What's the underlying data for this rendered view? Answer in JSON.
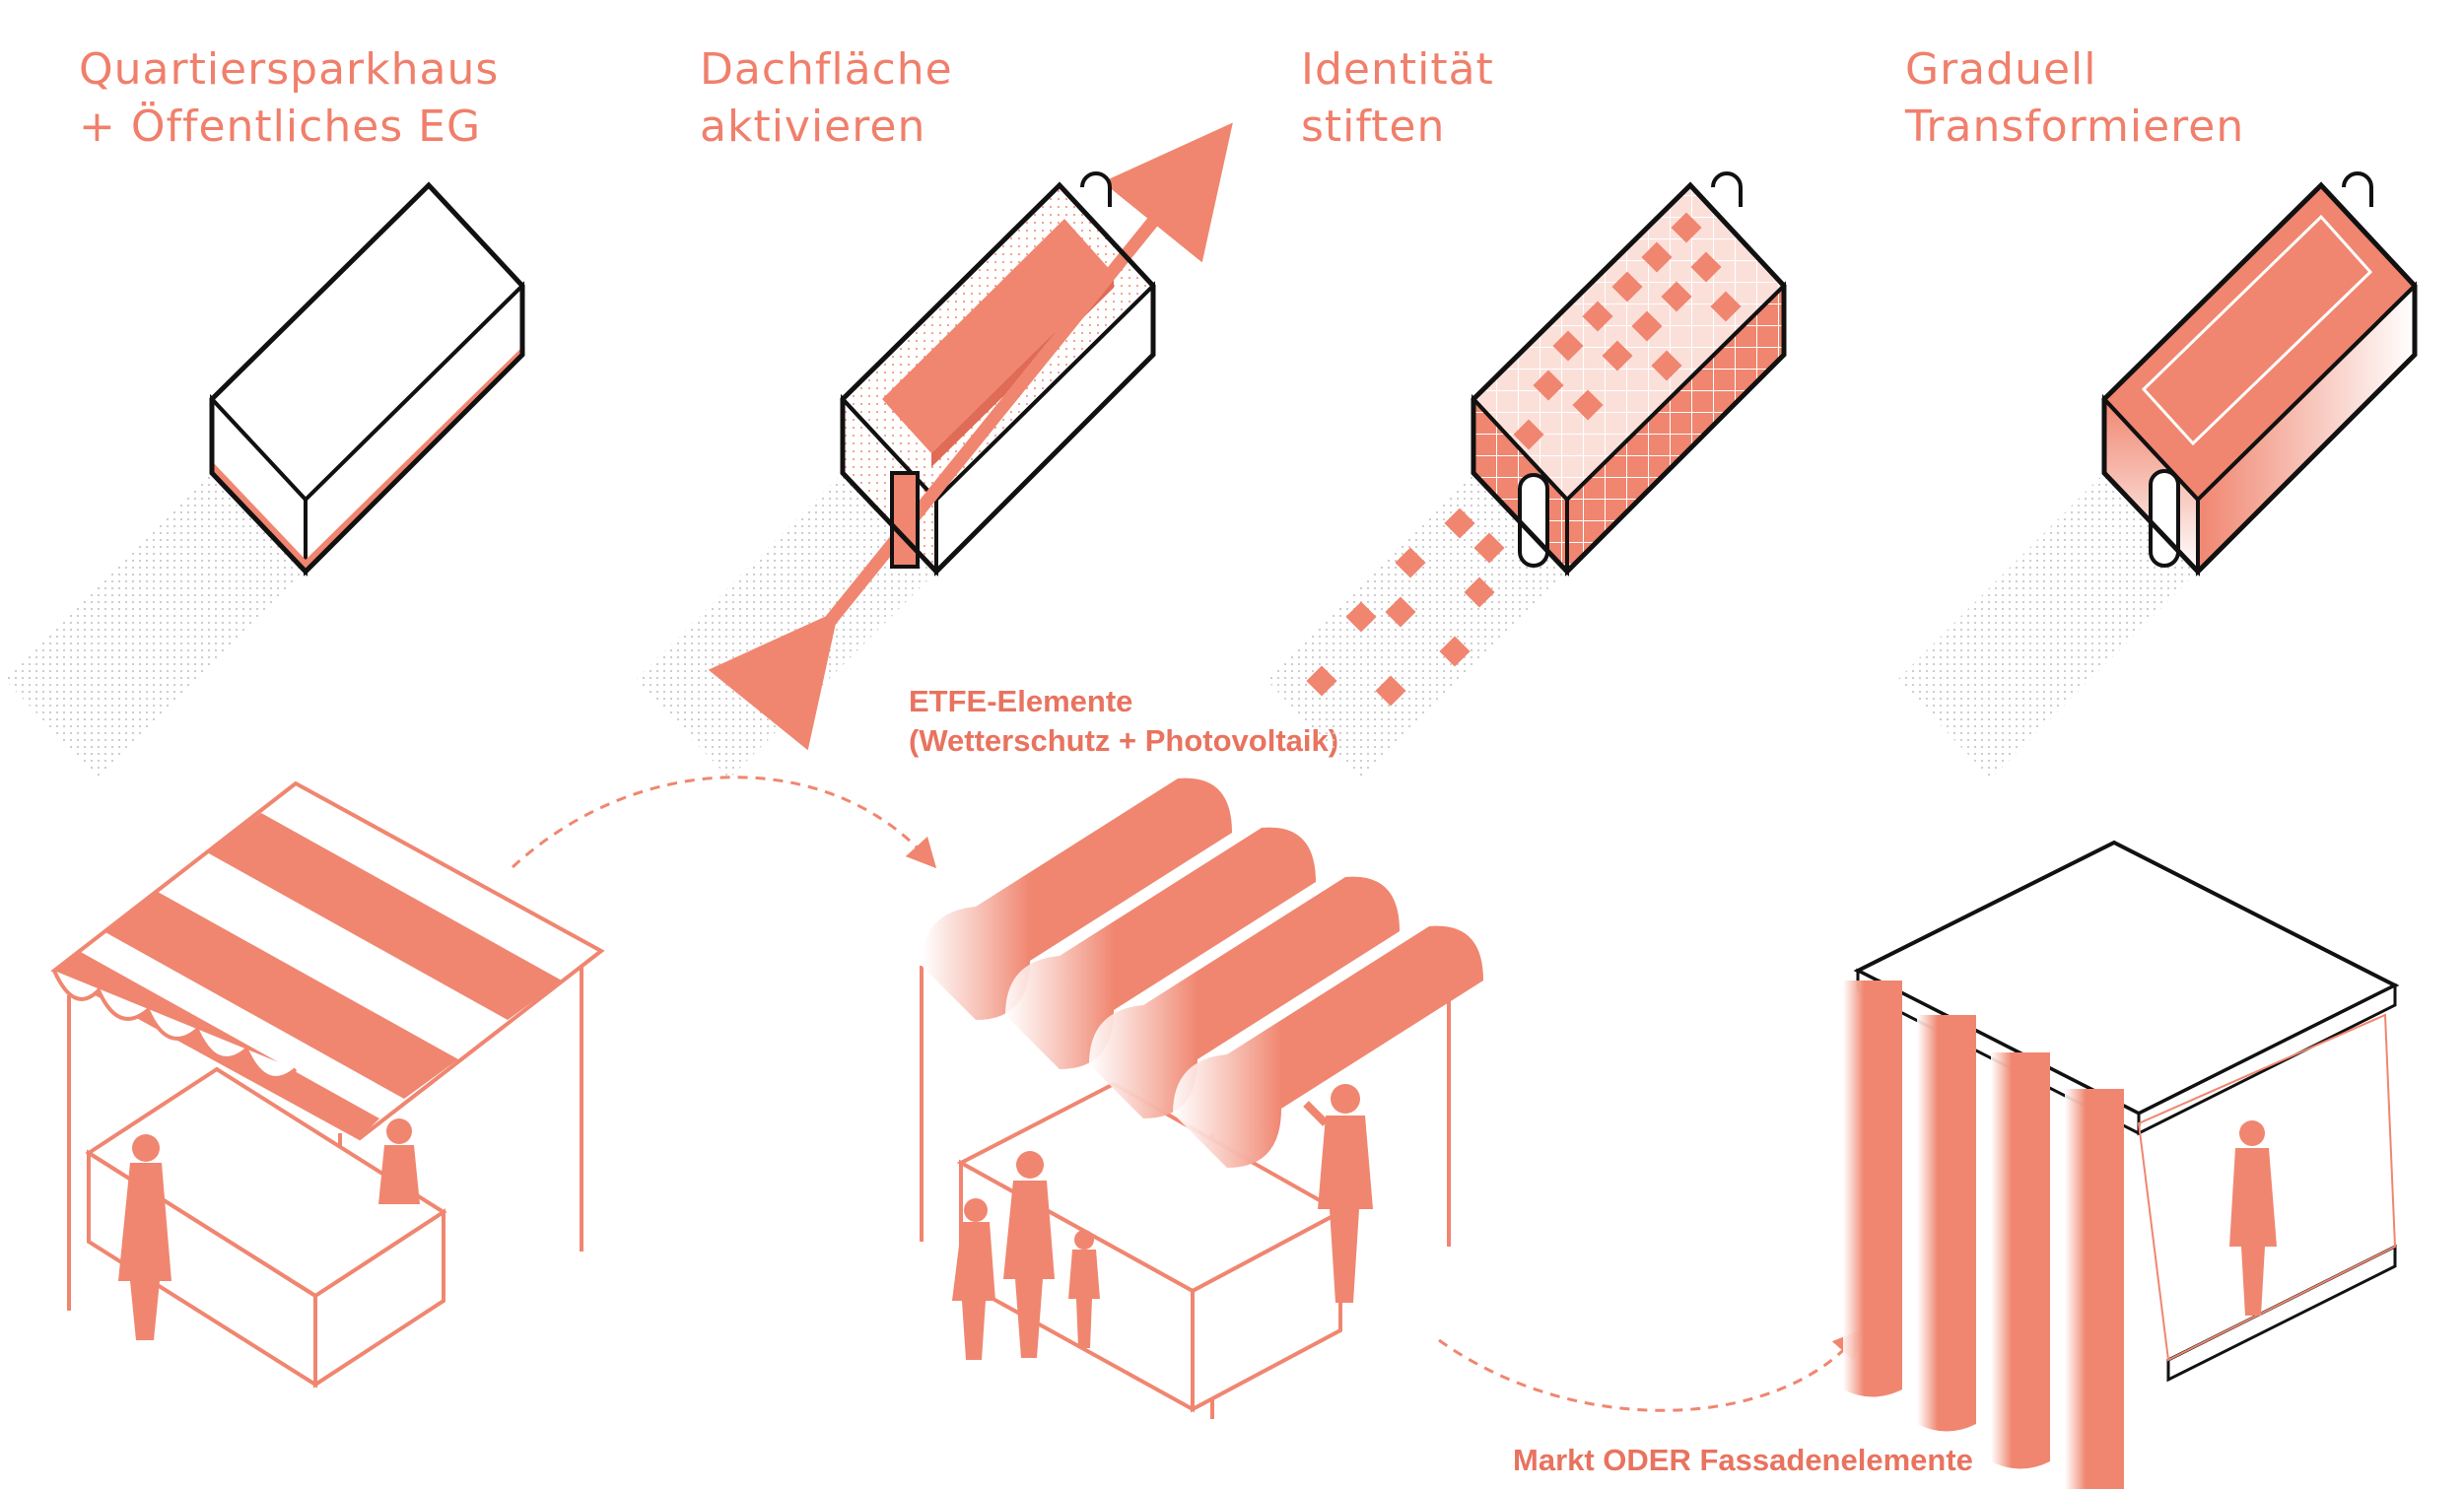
{
  "colors": {
    "accent": "#f08670",
    "accent_text": "#f07f6b",
    "line": "#111111",
    "paper": "#ffffff"
  },
  "columns": [
    {
      "line1": "Quartiersparkhaus",
      "line2": "+ Öffentliches EG"
    },
    {
      "line1": "Dachfläche",
      "line2": "aktivieren"
    },
    {
      "line1": "Identität",
      "line2": "stiften"
    },
    {
      "line1": "Graduell",
      "line2": "Transformieren"
    }
  ],
  "annotations": {
    "etfe_line1": "ETFE-Elemente",
    "etfe_line2": "(Wetterschutz + Photovoltaik)",
    "markt": "Markt ODER Fassadenelemente"
  }
}
